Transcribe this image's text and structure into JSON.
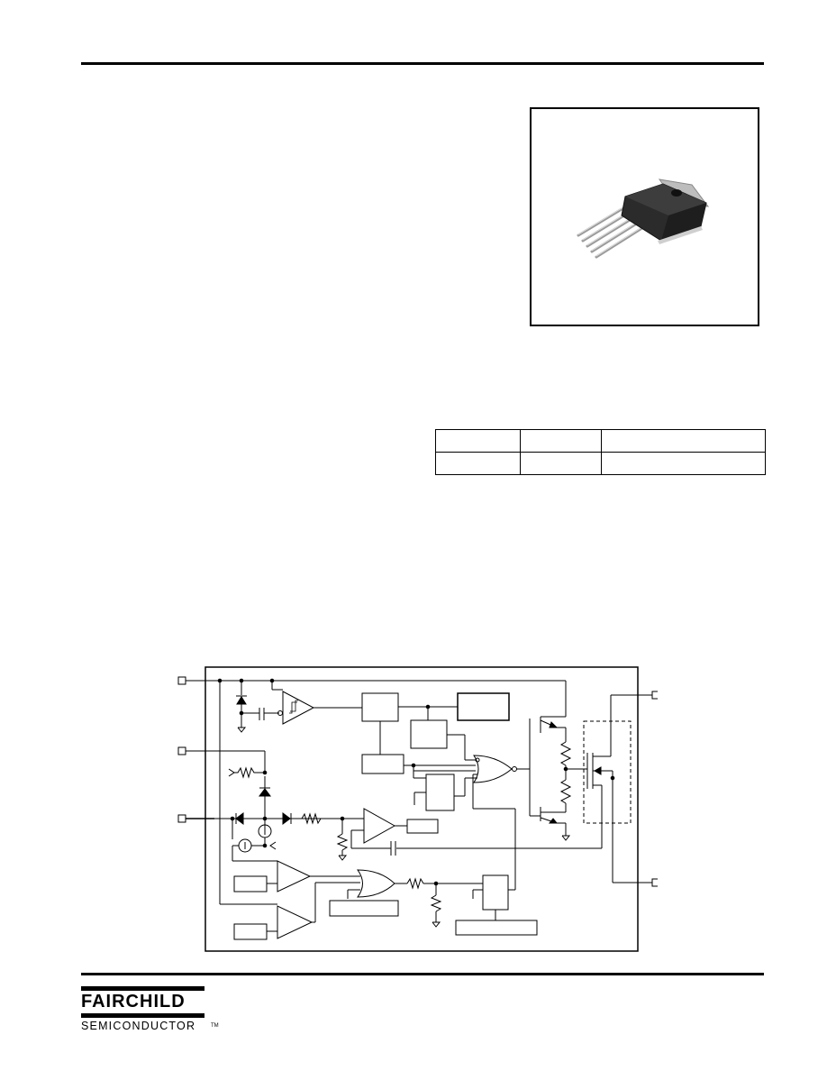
{
  "logo": {
    "brand": "FAIRCHILD",
    "subtitle": "SEMICONDUCTOR",
    "trademark": "TM"
  },
  "ordering_table": {
    "rows": [
      [
        "",
        "",
        ""
      ],
      [
        "",
        "",
        ""
      ]
    ]
  },
  "colors": {
    "ink": "#000000",
    "package_body": "#2a2a2a",
    "package_tab": "#b8b8b8",
    "leads": "#c8c8c8"
  },
  "icons": {
    "package_photo": "to-3p-5-lead-package",
    "block_diagram": "power-switch-block-diagram"
  }
}
